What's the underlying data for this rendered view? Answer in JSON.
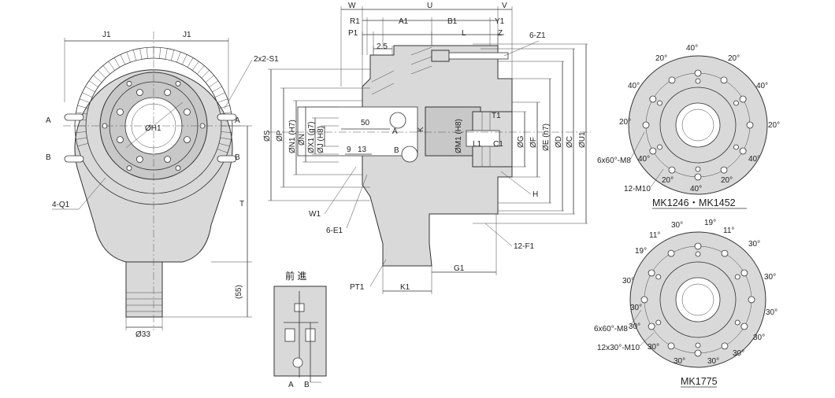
{
  "front_view": {
    "labels": {
      "j1_left": "J1",
      "j1_right": "J1",
      "s1": "2x2-S1",
      "a_left": "A",
      "a_right": "A",
      "b_left": "B",
      "b_right": "B",
      "h1": "ØH1",
      "q1": "4-Q1",
      "t": "T",
      "fifty_five": "(55)",
      "shaft": "Ø33"
    }
  },
  "section_view": {
    "top_dims": [
      "W",
      "U",
      "V",
      "R1",
      "A1",
      "B1",
      "Y1",
      "P1",
      "L",
      "Z",
      "2.5",
      "6-Z1"
    ],
    "diameters_left": [
      "ØS",
      "ØP",
      "ØN1 (H7)",
      "ØN",
      "ØX1 (g7)",
      "ØJ (H8)"
    ],
    "diameters_right": [
      "ØG",
      "ØF",
      "ØE (h7)",
      "ØD",
      "ØC",
      "ØU1"
    ],
    "inner": {
      "d50": "50",
      "d9": "9",
      "d13": "13",
      "port_a": "A",
      "port_b": "B",
      "k": "K",
      "m1": "ØM1 (H8)",
      "l1": "L1",
      "c1": "C1",
      "t1": "T1"
    },
    "callouts": {
      "h": "H",
      "w1": "W1",
      "e1": "6-E1",
      "f1": "12-F1",
      "pt1": "PT1",
      "k1": "K1",
      "g1": "G1"
    }
  },
  "hydraulic": {
    "title": "前 進",
    "port_a": "A",
    "port_b": "B"
  },
  "pattern_top": {
    "model": "MK1246・MK1452",
    "angles": [
      "20°",
      "40°",
      "20°",
      "40°",
      "40°",
      "20°",
      "20°",
      "40°",
      "40°",
      "20°",
      "20°",
      "40°"
    ],
    "holes_m8": "6x60°-M8",
    "holes_m10": "12-M10"
  },
  "pattern_bottom": {
    "model": "MK1775",
    "angles": [
      "19°",
      "30°",
      "11°",
      "19°",
      "11°",
      "30°",
      "30°",
      "30°",
      "30°",
      "30°",
      "30°",
      "30°",
      "30°",
      "30°",
      "30°",
      "30°"
    ],
    "holes_m8": "6x60°-M8",
    "holes_m10": "12x30°-M10"
  }
}
